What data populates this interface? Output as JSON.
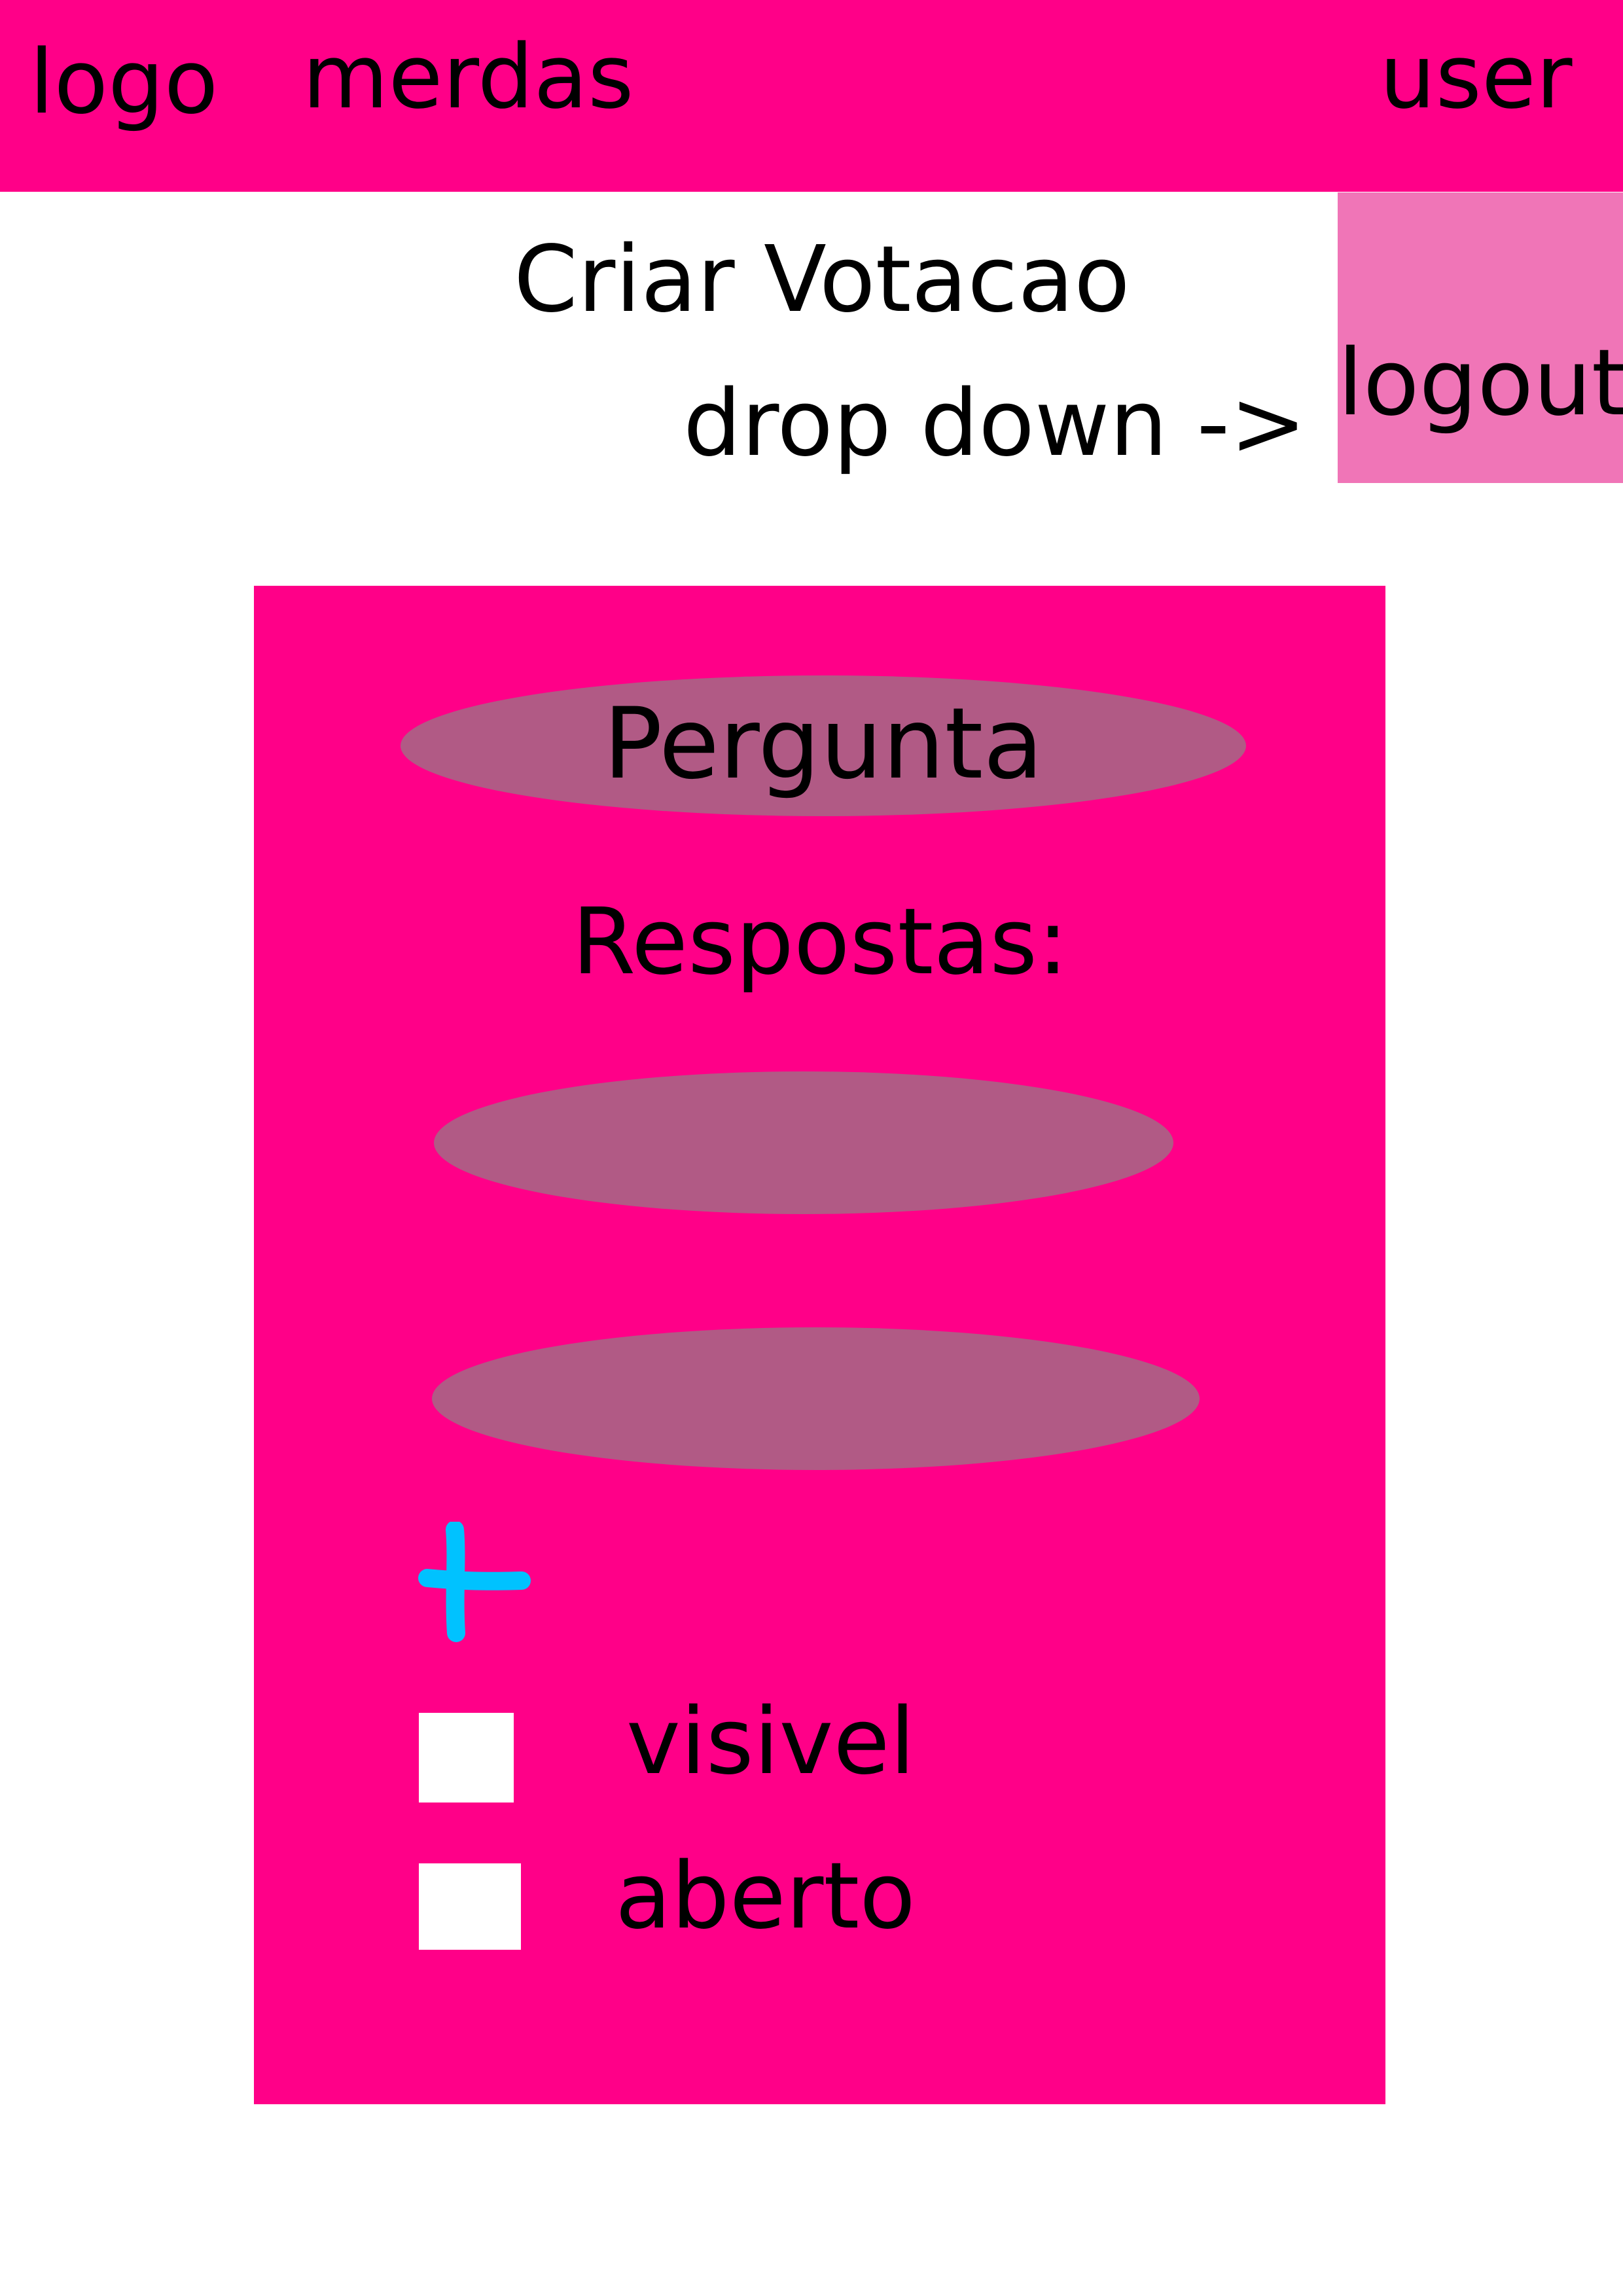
{
  "header": {
    "logo": "logo",
    "nav_item": "merdas",
    "user": "user"
  },
  "user_menu": {
    "logout": "logout"
  },
  "page": {
    "title": "Criar Votacao",
    "dropdown_hint": "drop down ->"
  },
  "form": {
    "question_placeholder": "Pergunta",
    "answers_label": "Respostas:",
    "answers": [
      "",
      ""
    ],
    "add_answer_icon": "plus-icon",
    "options": {
      "visible_label": "visivel",
      "open_label": "aberto"
    }
  },
  "colors": {
    "primary": "#ff0088",
    "dropdown": "#f075b7",
    "field": "#b15a85",
    "add_icon": "#00c2ff",
    "checkbox": "#ffffff"
  }
}
